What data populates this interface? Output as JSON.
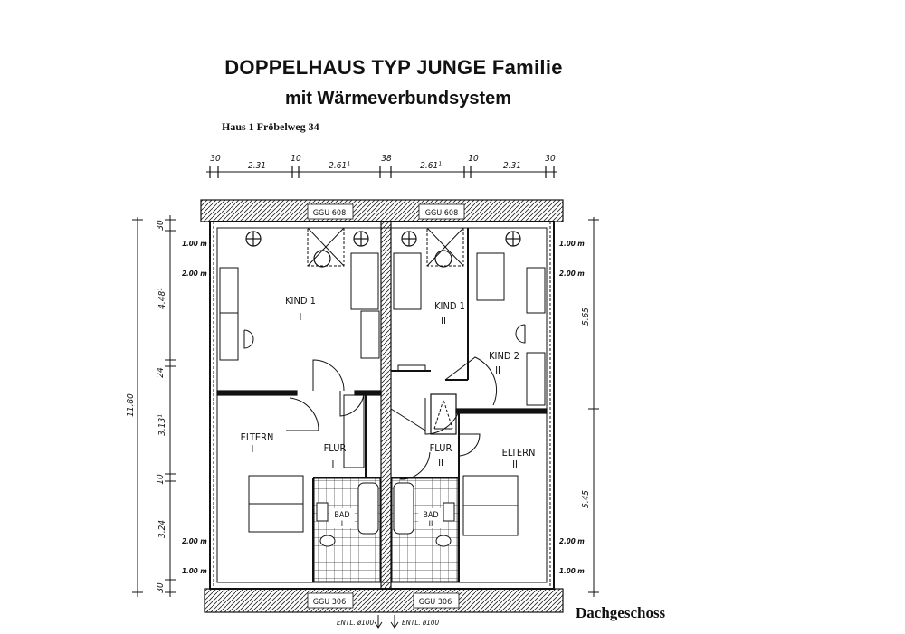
{
  "header": {
    "title": "DOPPELHAUS TYP JUNGE Familie",
    "subtitle": "mit Wärmeverbundsystem",
    "address": "Haus 1 Fröbelweg 34"
  },
  "floor_label": "Dachgeschoss",
  "top_dims": [
    "30",
    "2.31",
    "10",
    "2.61¹",
    "38",
    "2.61¹",
    "10",
    "2.31",
    "30"
  ],
  "left_dims": {
    "total": "11.80",
    "segments": [
      "30",
      "4.48¹",
      "24",
      "3.13¹",
      "10",
      "3.24",
      "30"
    ]
  },
  "right_dims": [
    "5.65",
    "5.45"
  ],
  "height_marks": [
    "1.00 m",
    "2.00 m",
    "1.00 m",
    "2.00 m",
    "2.00 m",
    "1.00 m",
    "2.00 m",
    "1.00 m"
  ],
  "windows": {
    "top_left": "GGU 608",
    "top_right": "GGU 608",
    "bottom_left": "GGU 306",
    "bottom_right": "GGU 306"
  },
  "rooms": {
    "kind1_left": "KIND 1",
    "kind1_left_num": "I",
    "kind1_right": "KIND 1",
    "kind1_right_num": "II",
    "kind2_right": "KIND 2",
    "kind2_right_num": "II",
    "eltern_left": "ELTERN",
    "eltern_left_num": "I",
    "eltern_right": "ELTERN",
    "eltern_right_num": "II",
    "flur_left": "FLUR",
    "flur_left_num": "I",
    "flur_right": "FLUR",
    "flur_right_num": "II",
    "bad_left": "BAD",
    "bad_left_num": "I",
    "bad_right": "BAD",
    "bad_right_num": "II"
  },
  "vents": {
    "left": "ENTL. ø100",
    "right": "ENTL. ø100"
  }
}
